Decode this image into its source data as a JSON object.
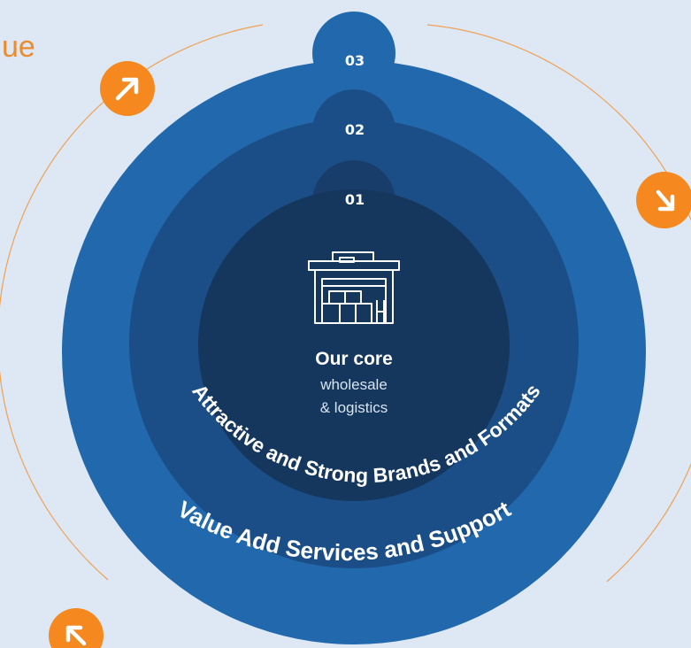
{
  "heading": {
    "text": "ue"
  },
  "layers": [
    {
      "number": "03",
      "label": "Value Add Services and Support",
      "color": "#2268ac"
    },
    {
      "number": "02",
      "label": "Attractive and Strong Brands and Formats",
      "color": "#1b4e86"
    },
    {
      "number": "01",
      "label": "",
      "color": "#183d6a"
    }
  ],
  "core": {
    "title": "Our core",
    "line1": "wholesale",
    "line2": "& logistics",
    "icon": "warehouse-icon",
    "color": "#15365d"
  },
  "cycle_arrows": [
    {
      "icon": "arrow-up-right-icon"
    },
    {
      "icon": "arrow-down-right-icon"
    },
    {
      "icon": "arrow-up-left-icon"
    }
  ],
  "colors": {
    "accent": "#f5891f",
    "ring_line": "#f0a155",
    "background": "#dde8f4"
  }
}
